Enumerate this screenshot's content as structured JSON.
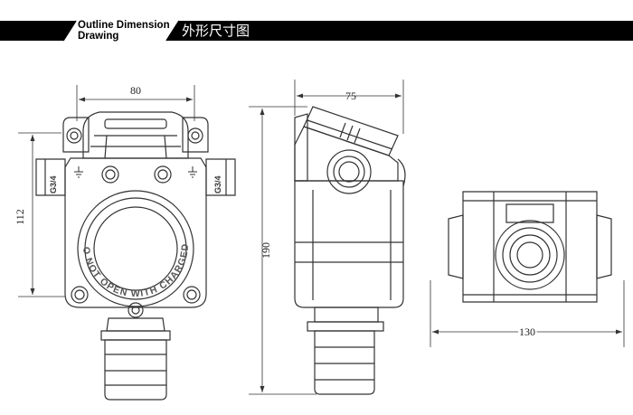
{
  "header": {
    "title_en_line1": "Outline Dimension",
    "title_en_line2": "Drawing",
    "title_zh": "外形尺寸图"
  },
  "front_view": {
    "width_dim": "80",
    "height_dim": "112",
    "port_label_left": "G3/4",
    "port_label_right": "G3/4",
    "warning_text": "DO NOT OPEN WITH CHARGED."
  },
  "side_view": {
    "width_dim": "75",
    "height_dim": "190"
  },
  "bottom_view": {
    "width_dim": "130"
  },
  "colors": {
    "line": "#333333",
    "header_bar": "#000000",
    "header_text": "#ffffff"
  }
}
